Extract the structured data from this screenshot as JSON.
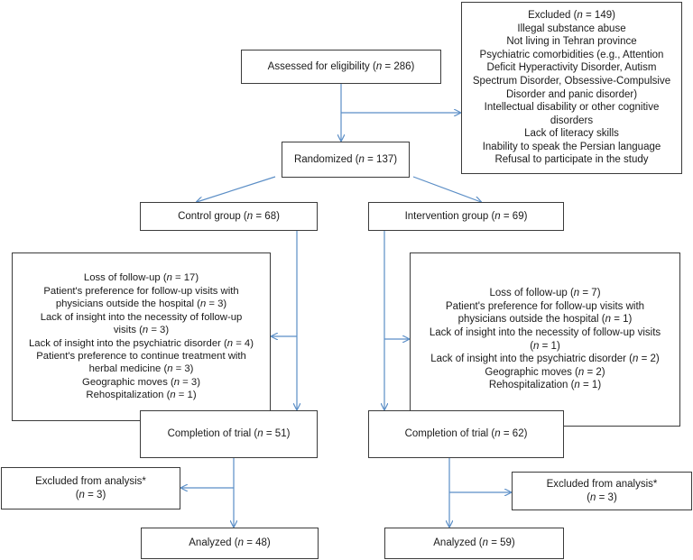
{
  "boxes": {
    "assessed": {
      "lines": [
        "Assessed for eligibility (n = 286)"
      ]
    },
    "excluded_top": {
      "lines": [
        "Excluded (n = 149)",
        "Illegal substance abuse",
        "Not living in Tehran province",
        "Psychiatric comorbidities (e.g., Attention",
        "Deficit Hyperactivity Disorder, Autism",
        "Spectrum Disorder, Obsessive-Compulsive",
        "Disorder and panic disorder)",
        "Intellectual disability or other cognitive",
        "disorders",
        "Lack of literacy skills",
        "Inability to speak the Persian language",
        "Refusal to participate in the study"
      ]
    },
    "randomized": {
      "lines": [
        "Randomized (n = 137)"
      ]
    },
    "control": {
      "lines": [
        "Control group (n = 68)"
      ]
    },
    "intervention": {
      "lines": [
        "Intervention group (n = 69)"
      ]
    },
    "control_loss": {
      "lines": [
        "Loss of follow-up (n = 17)",
        "Patient's preference for follow-up visits with",
        "physicians outside the hospital (n = 3)",
        "Lack of insight into the necessity of follow-up",
        "visits (n = 3)",
        "Lack of insight into the psychiatric disorder (n = 4)",
        "Patient's preference to continue treatment with",
        "herbal medicine (n = 3)",
        "Geographic moves (n = 3)",
        "Rehospitalization (n = 1)"
      ]
    },
    "intervention_loss": {
      "lines": [
        "Loss of follow-up (n = 7)",
        "Patient's preference for follow-up visits with",
        "physicians outside the hospital (n = 1)",
        "Lack of insight into the necessity of follow-up visits",
        "(n = 1)",
        "Lack of insight into the psychiatric disorder (n = 2)",
        "Geographic moves (n = 2)",
        "Rehospitalization (n = 1)"
      ]
    },
    "control_complete": {
      "lines": [
        "Completion of trial (n = 51)"
      ]
    },
    "intervention_complete": {
      "lines": [
        "Completion of trial (n = 62)"
      ]
    },
    "control_excluded": {
      "lines": [
        "Excluded from analysis*",
        "(n = 3)"
      ]
    },
    "intervention_excluded": {
      "lines": [
        "Excluded from analysis*",
        "(n = 3)"
      ]
    },
    "control_analyzed": {
      "lines": [
        "Analyzed (n = 48)"
      ]
    },
    "intervention_analyzed": {
      "lines": [
        "Analyzed (n = 59)"
      ]
    }
  },
  "colors": {
    "arrow": "#5b8ec6",
    "border": "#3b3b3b",
    "text": "#1a1a1a"
  }
}
